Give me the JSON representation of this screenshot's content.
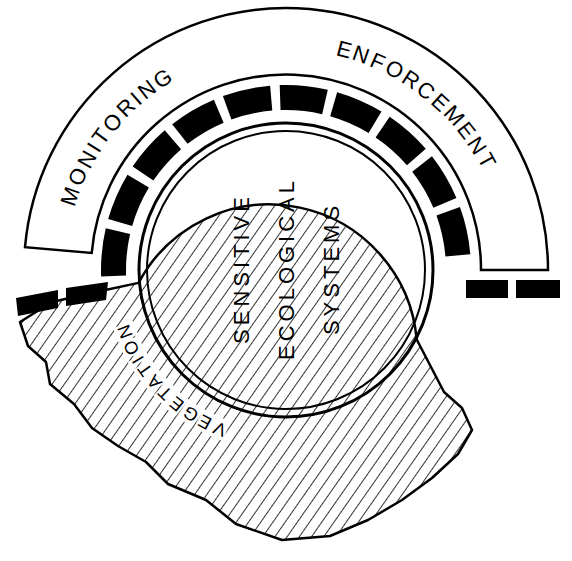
{
  "diagram": {
    "nodes": [
      {
        "text": [
          "MONITORING",
          "ENFORCEMENT"
        ]
      },
      {
        "text": [
          "SENSITIVE ECOLOGICAL SYSTEMS"
        ]
      },
      {
        "text": [
          "VEGETATION"
        ]
      }
    ]
  }
}
